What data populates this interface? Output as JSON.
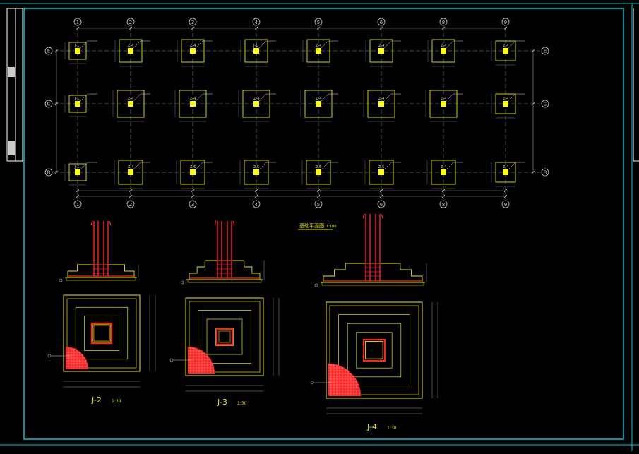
{
  "colors": {
    "background": "#000000",
    "frame": "#00c8d2",
    "grid_line": "#9a9a9a",
    "footing": "#e6e600",
    "column": "#ffff00",
    "rebar": "#ff2020",
    "text": "#d0d0d0",
    "title": "#e6e600"
  },
  "plan": {
    "title": "基础平面图",
    "scale": "1:100",
    "grid_cols": [
      "1",
      "2",
      "3",
      "4",
      "5",
      "6",
      "8",
      "9"
    ],
    "grid_rows": [
      "E",
      "C",
      "B"
    ],
    "footings": [
      [
        {
          "label": "J-1"
        },
        {
          "label": "Z-4"
        },
        {
          "label": "Z-4"
        },
        {
          "label": "J-1"
        },
        {
          "label": "Z-4"
        },
        {
          "label": "Z-4"
        },
        {
          "label": "Z-4"
        },
        {
          "label": "Z-4"
        }
      ],
      [
        {
          "label": "J-1"
        },
        {
          "label": "Z-4"
        },
        {
          "label": "Z-4"
        },
        {
          "label": "Z-4"
        },
        {
          "label": "Z-4"
        },
        {
          "label": "Z-4"
        },
        {
          "label": "Z-4"
        },
        {
          "label": "Z-4"
        }
      ],
      [
        {
          "label": "J-1"
        },
        {
          "label": "Z-4"
        },
        {
          "label": "Z-5"
        },
        {
          "label": "Z-5"
        },
        {
          "label": "Z-5"
        },
        {
          "label": "Z-5"
        },
        {
          "label": "Z-4"
        },
        {
          "label": "Z-4"
        }
      ]
    ]
  },
  "details": [
    {
      "label": "J-2",
      "scale": "1:30"
    },
    {
      "label": "J-3",
      "scale": "1:30"
    },
    {
      "label": "J-4",
      "scale": "1:30"
    }
  ]
}
